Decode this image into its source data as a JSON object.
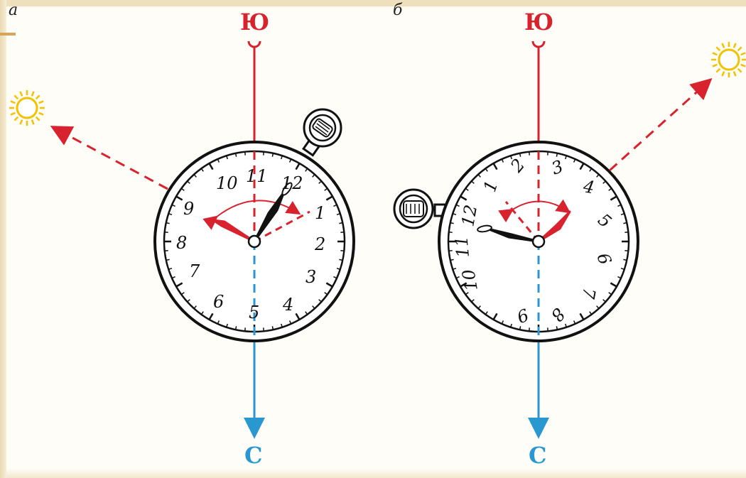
{
  "panels": [
    {
      "label": "а",
      "south_label": "Ю",
      "north_label": "С"
    },
    {
      "label": "б",
      "south_label": "Ю",
      "north_label": "С"
    }
  ],
  "clock_a_numbers": [
    "1",
    "2",
    "3",
    "4",
    "5",
    "6",
    "7",
    "8",
    "9",
    "10",
    "11",
    "12"
  ],
  "clock_b_numbers": [
    "1",
    "2",
    "3",
    "4",
    "5",
    "6",
    "7",
    "8",
    "9",
    "10",
    "11",
    "12"
  ],
  "colors": {
    "south": "#d8232f",
    "north": "#2a98d0",
    "sun": "#f2c200",
    "ink": "#111111"
  },
  "icons": [
    "sun-icon",
    "pocket-watch-icon",
    "arrow-down-icon"
  ]
}
